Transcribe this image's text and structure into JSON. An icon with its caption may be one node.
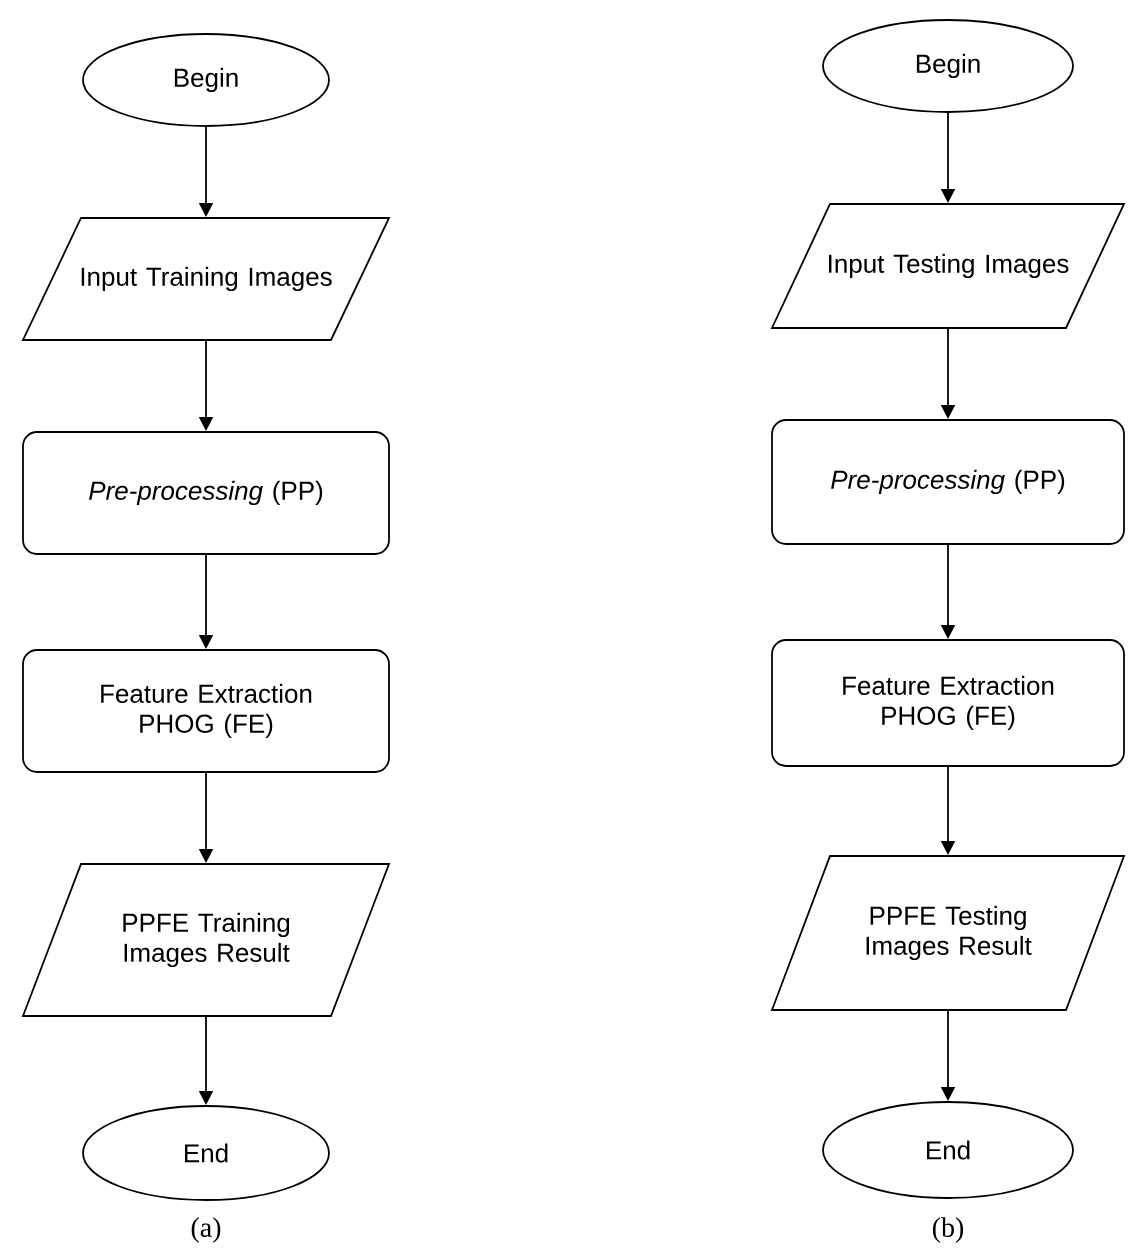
{
  "diagram": {
    "nodes": [
      {
        "text": [
          "Begin"
        ]
      },
      {
        "text": [
          "Input Training Images"
        ]
      },
      {
        "text": [
          "*Pre-processing* (PP)"
        ]
      },
      {
        "text": [
          "Feature Extraction PHOG (FE)"
        ]
      },
      {
        "text": [
          "PPFE Training Images Result"
        ]
      },
      {
        "text": [
          "End"
        ]
      },
      {
        "text": [
          "Begin"
        ]
      },
      {
        "text": [
          "Input Testing Images"
        ]
      },
      {
        "text": [
          "*Pre-processing* (PP)"
        ]
      },
      {
        "text": [
          "Feature Extraction PHOG (FE)"
        ]
      },
      {
        "text": [
          "PPFE Testing Images Result"
        ]
      },
      {
        "text": [
          "End"
        ]
      }
    ],
    "edges": [
      {
        "from": 0,
        "to": 1,
        "arrow": "to"
      },
      {
        "from": 1,
        "to": 2,
        "arrow": "to"
      },
      {
        "from": 2,
        "to": 3,
        "arrow": "to"
      },
      {
        "from": 3,
        "to": 4,
        "arrow": "to"
      },
      {
        "from": 4,
        "to": 5,
        "arrow": "to"
      },
      {
        "from": 6,
        "to": 7,
        "arrow": "to"
      },
      {
        "from": 7,
        "to": 8,
        "arrow": "to"
      },
      {
        "from": 8,
        "to": 9,
        "arrow": "to"
      },
      {
        "from": 9,
        "to": 10,
        "arrow": "to"
      },
      {
        "from": 10,
        "to": 11,
        "arrow": "to"
      }
    ],
    "labels": [
      "(a)",
      "(b)"
    ]
  }
}
